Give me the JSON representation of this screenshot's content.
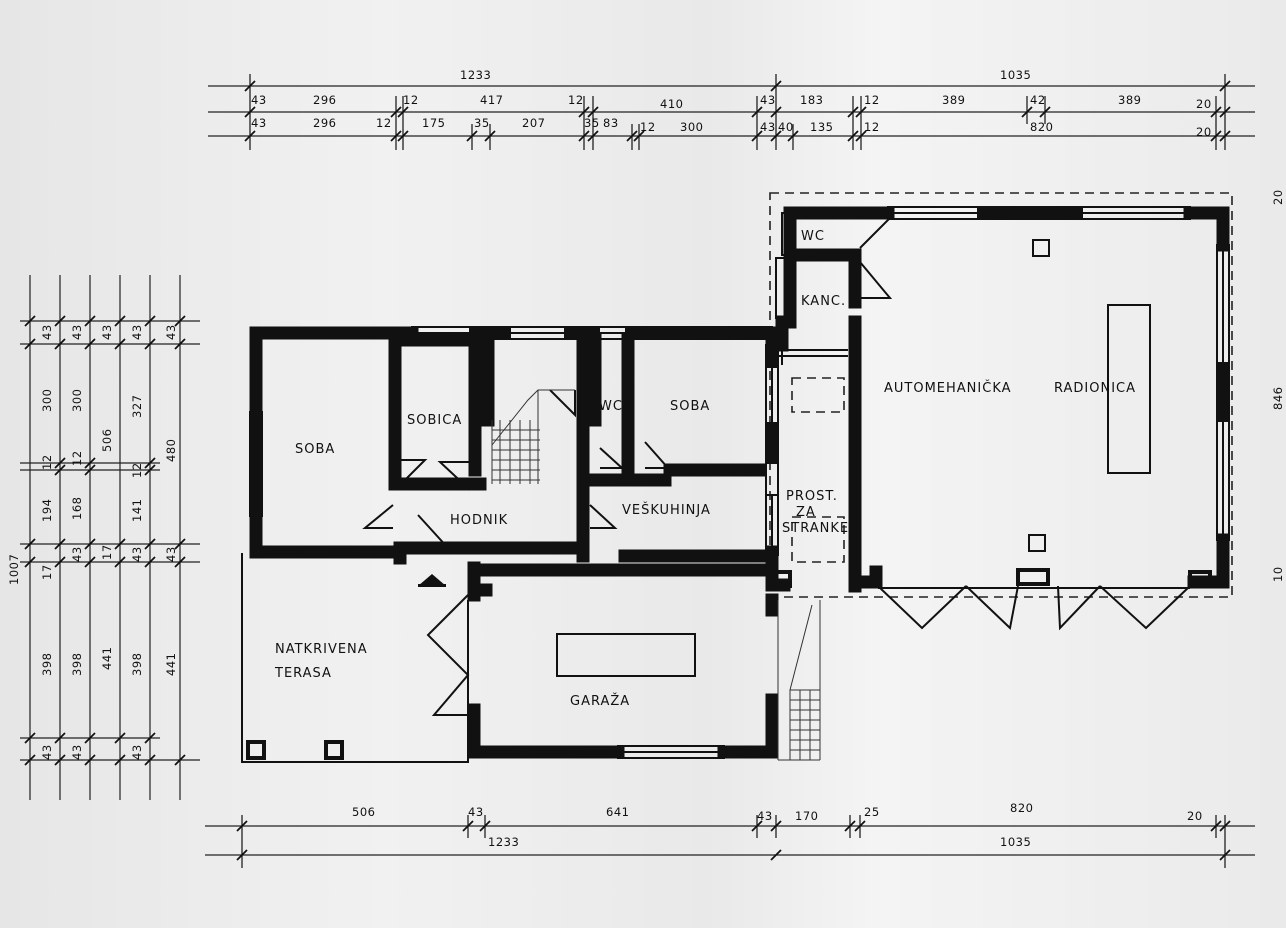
{
  "rooms": {
    "soba_left": "SOBA",
    "sobica": "SOBICA",
    "wc_mid": "WC",
    "soba_right": "SOBA",
    "hodnik": "HODNIK",
    "veskuhinja": "VEŠKUHINJA",
    "garaza": "GARAŽA",
    "terasa_1": "NATKRIVENA",
    "terasa_2": "TERASA",
    "wc_top": "WC",
    "kanc": "KANC.",
    "prost_1": "PROST.",
    "prost_2": "ZA",
    "prost_3": "STRANKE",
    "radionica_1": "AUTOMEHANIČKA",
    "radionica_2": "RADIONICA"
  },
  "dims_top": {
    "total_left": "1233",
    "total_right": "1035",
    "row2": [
      "43",
      "296",
      "12",
      "417",
      "12",
      "410",
      "43",
      "183",
      "12",
      "389",
      "42",
      "389",
      "20"
    ],
    "row3": [
      "43",
      "296",
      "12",
      "175",
      "35",
      "207",
      "35",
      "83",
      "12",
      "300",
      "43",
      "40",
      "135",
      "12",
      "820",
      "20"
    ]
  },
  "dims_bottom": {
    "row1": [
      "506",
      "43",
      "641",
      "43",
      "170",
      "25",
      "820",
      "20"
    ],
    "total_left": "1233",
    "total_right": "1035"
  },
  "dims_left": {
    "total": "1007",
    "col1": [
      "43",
      "300",
      "12",
      "194",
      "17",
      "398",
      "43"
    ],
    "col2": [
      "43",
      "300",
      "12",
      "168",
      "43",
      "398",
      "43"
    ],
    "col3": [
      "43",
      "506",
      "17",
      "441"
    ],
    "col4": [
      "43",
      "327",
      "12",
      "141",
      "43",
      "398",
      "43"
    ],
    "col5": [
      "43",
      "480",
      "43",
      "441"
    ]
  },
  "dims_right": [
    "20",
    "846",
    "10"
  ]
}
